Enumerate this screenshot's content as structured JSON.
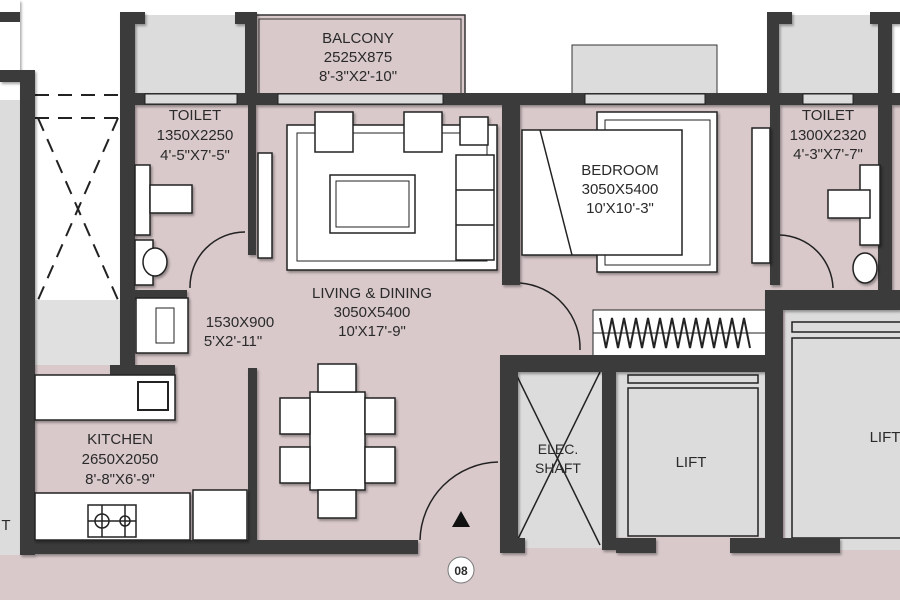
{
  "colors": {
    "floor": "#d9c9cb",
    "wall": "#3a3a3a",
    "service": "#dcdcdc",
    "furniture": "#ffffff",
    "background": "#ffffff"
  },
  "rooms": {
    "balcony": {
      "name": "BALCONY",
      "metric": "2525X875",
      "imperial": "8'-3\"X2'-10\""
    },
    "toilet_left": {
      "name": "TOILET",
      "metric": "1350X2250",
      "imperial": "4'-5\"X7'-5\""
    },
    "living_dining": {
      "name": "LIVING & DINING",
      "metric": "3050X5400",
      "imperial": "10'X17'-9\""
    },
    "bedroom": {
      "name": "BEDROOM",
      "metric": "3050X5400",
      "imperial": "10'X10'-3\""
    },
    "toilet_right": {
      "name": "TOILET",
      "metric": "1300X2320",
      "imperial": "4'-3\"X7'-7\""
    },
    "utility": {
      "metric": "1530X900",
      "metric_suffix": "\"",
      "imperial": "5'X2'-11\""
    },
    "kitchen": {
      "name": "KITCHEN",
      "metric": "2650X2050",
      "imperial": "8'-8\"X6'-9\""
    },
    "elec_shaft": {
      "line1": "ELEC.",
      "line2": "SHAFT"
    },
    "lift_1": {
      "name": "LIFT"
    },
    "lift_2": {
      "name": "LIFT"
    }
  },
  "markers": {
    "unit_number": "08",
    "partial_left_label": "T"
  },
  "icons": [
    "entry-arrow-icon",
    "hob-icon",
    "sink-icon",
    "wc-icon",
    "door-swing-icon"
  ]
}
